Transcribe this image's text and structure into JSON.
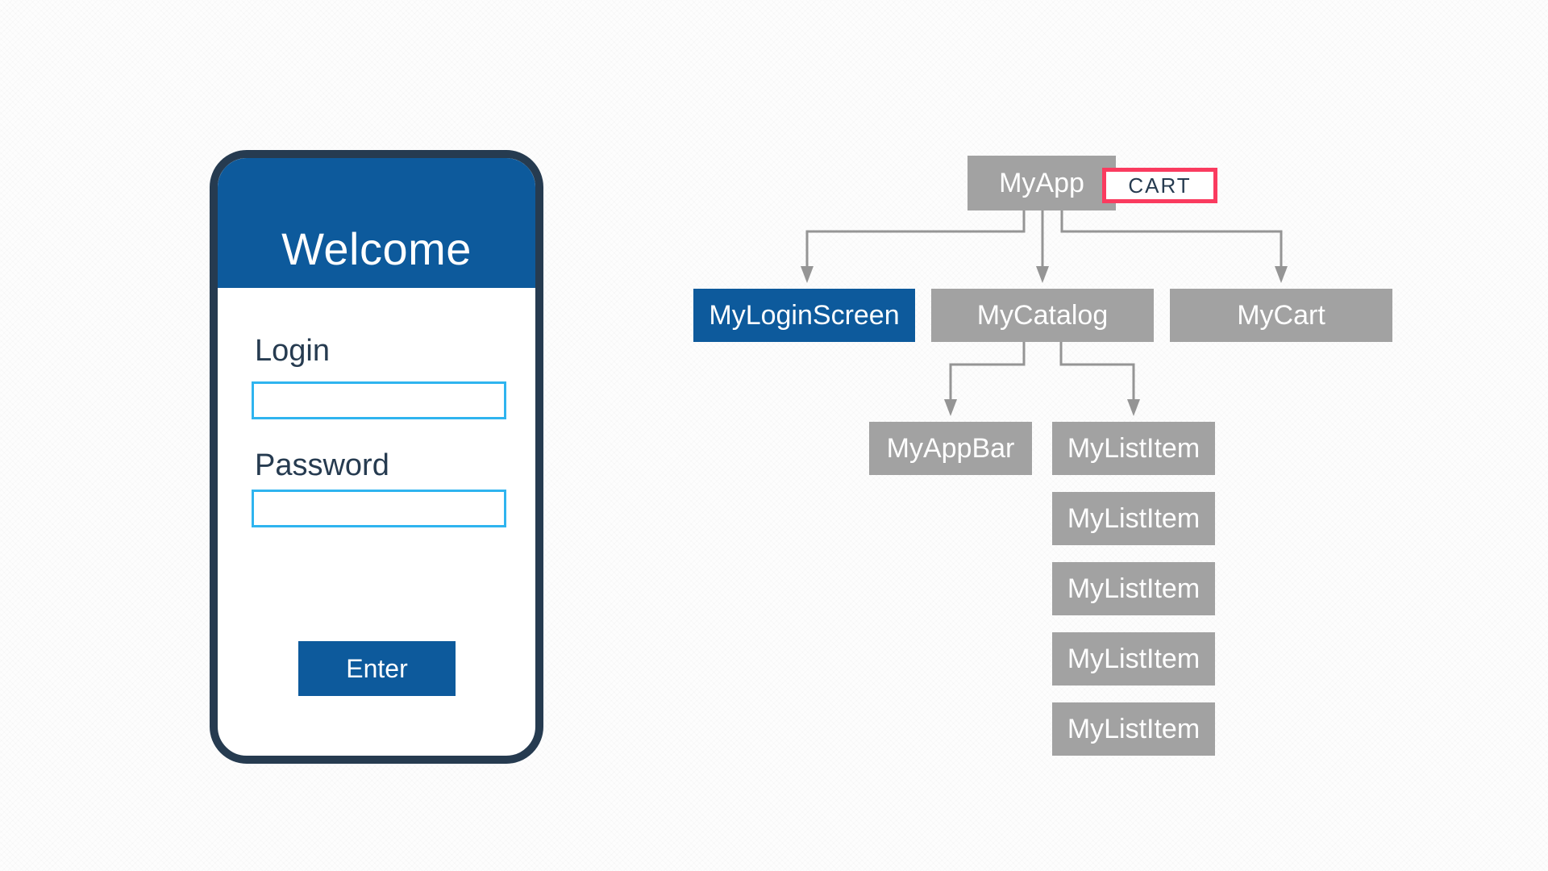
{
  "phone": {
    "title": "Welcome",
    "login": {
      "label": "Login",
      "value": ""
    },
    "password": {
      "label": "Password",
      "value": ""
    },
    "enter_label": "Enter"
  },
  "tree": {
    "root": {
      "label": "MyApp"
    },
    "cart_badge": {
      "label": "CART"
    },
    "children": [
      {
        "label": "MyLoginScreen",
        "highlighted": true
      },
      {
        "label": "MyCatalog",
        "highlighted": false
      },
      {
        "label": "MyCart",
        "highlighted": false
      }
    ],
    "catalog_children": [
      {
        "label": "MyAppBar"
      },
      {
        "label": "MyListItem"
      }
    ],
    "list_items": [
      "MyListItem",
      "MyListItem",
      "MyListItem",
      "MyListItem"
    ]
  },
  "colors": {
    "primary_blue": "#0d5a9c",
    "navy": "#263b50",
    "box_gray": "#a2a2a2",
    "arrow_gray": "#959595",
    "input_border_blue": "#2fb4ef",
    "cart_border_pink": "#fa3b5f"
  }
}
